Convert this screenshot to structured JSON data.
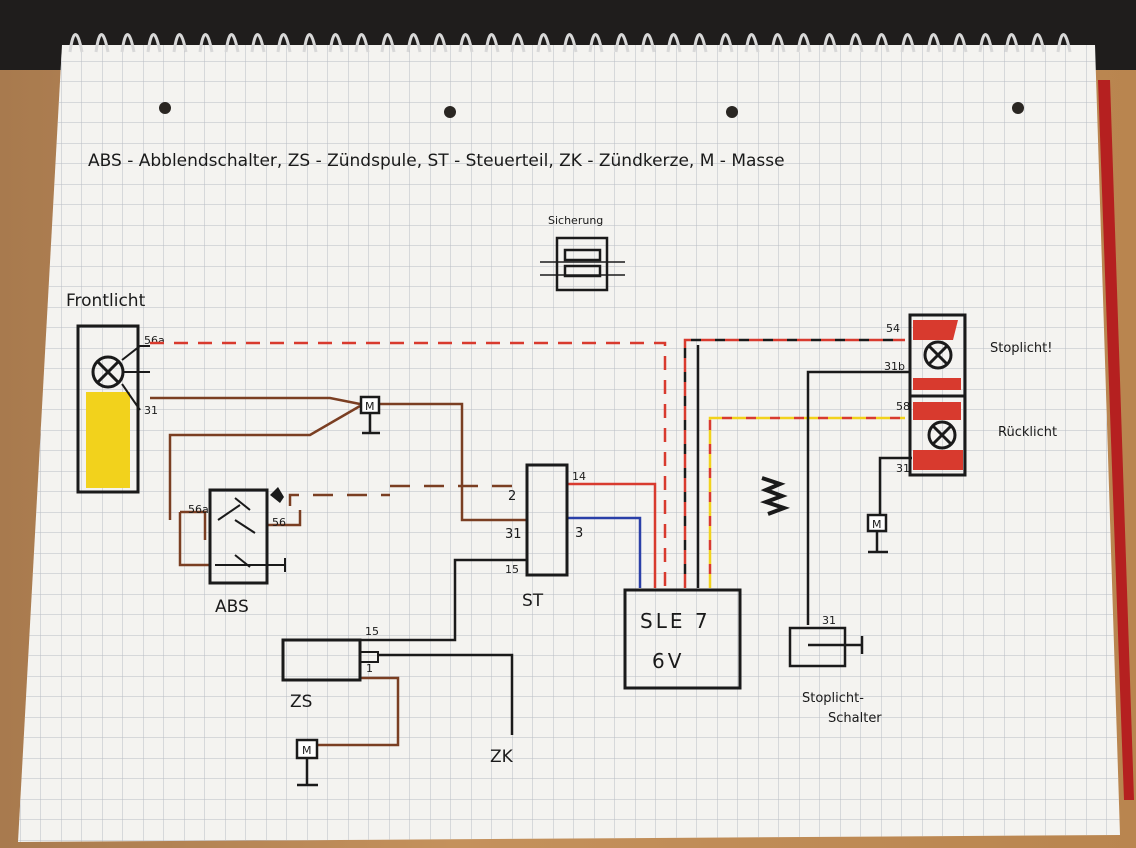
{
  "legend": "ABS - Abblendschalter, ZS - Zündspule, ST - Steuerteil, ZK - Zündkerze, M - Masse",
  "fuse": {
    "label": "Sicherung"
  },
  "front_light": {
    "label": "Frontlicht",
    "pin_56a": "56a",
    "pin_31": "31"
  },
  "ground_symbol": "M",
  "abs": {
    "label": "ABS",
    "pin_56a": "56a",
    "pin_56": "56"
  },
  "st": {
    "label": "ST",
    "pin_2": "2",
    "pin_31": "31",
    "pin_15": "15",
    "pin_14": "14",
    "pin_3": "3"
  },
  "sle": {
    "line1": "SLE 7",
    "line2": "6V"
  },
  "zs": {
    "label": "ZS",
    "pin_15": "15",
    "pin_1": "1"
  },
  "zk": {
    "label": "ZK"
  },
  "rear": {
    "stop_label": "Stoplicht!",
    "tail_label": "Rücklicht",
    "pin_54": "54",
    "pin_31b": "31b",
    "pin_58": "58",
    "pin_31": "31"
  },
  "stop_switch": {
    "label_line1": "Stoplicht-",
    "label_line2": "Schalter",
    "pin_31": "31"
  },
  "colors": {
    "red": "#d83a2e",
    "brown": "#7a3e22",
    "blue": "#2a3fa8",
    "yellow": "#f2d21c",
    "black": "#1a1a1a"
  }
}
